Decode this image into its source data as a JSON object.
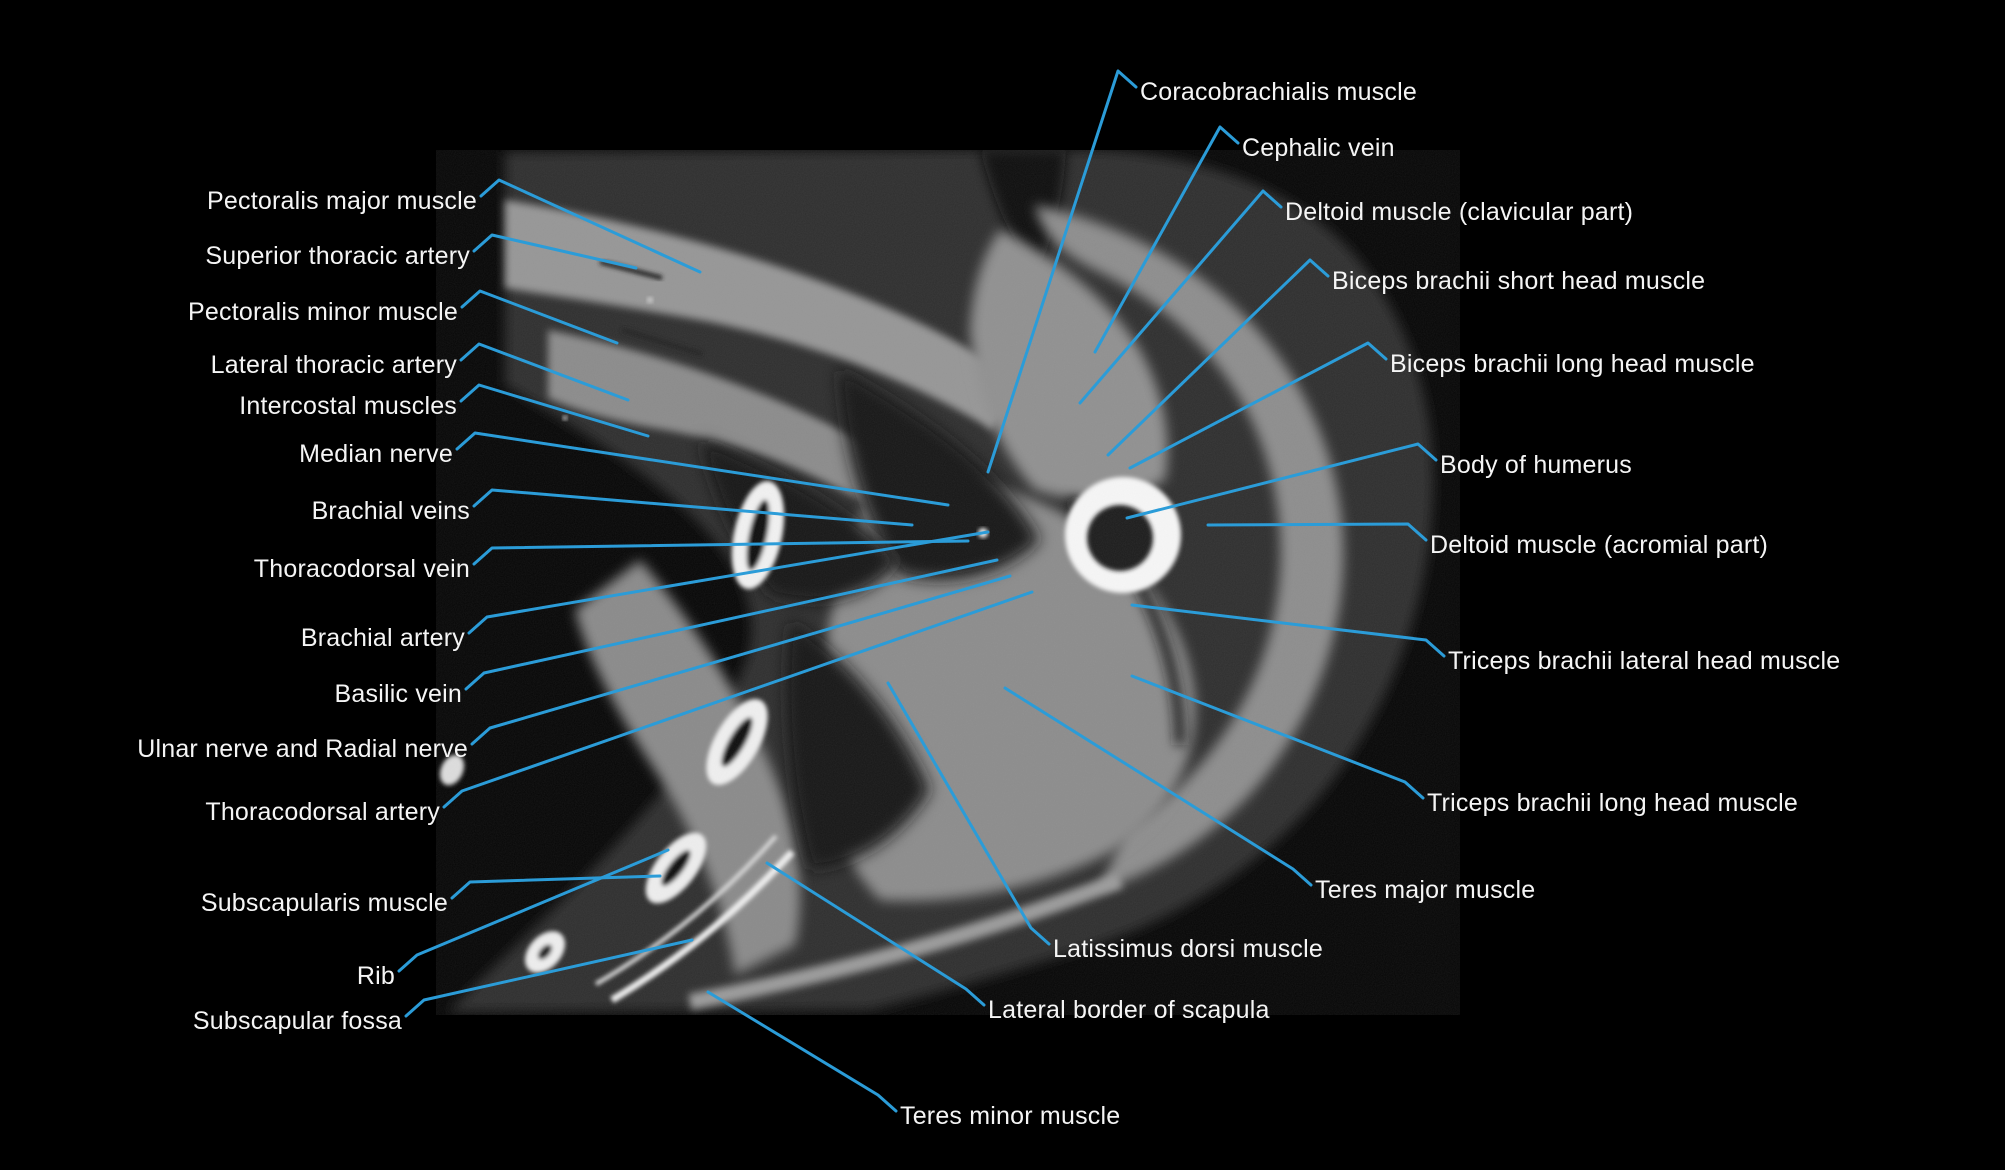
{
  "colors": {
    "background": "#000000",
    "leader_line": "#2b9cd8",
    "label_text": "#f5f5f5"
  },
  "labels": {
    "left": [
      {
        "text": "Pectoralis major muscle"
      },
      {
        "text": "Superior thoracic artery"
      },
      {
        "text": "Pectoralis minor muscle"
      },
      {
        "text": "Lateral thoracic artery"
      },
      {
        "text": "Intercostal muscles"
      },
      {
        "text": "Median nerve"
      },
      {
        "text": "Brachial veins"
      },
      {
        "text": "Thoracodorsal vein"
      },
      {
        "text": "Brachial artery"
      },
      {
        "text": "Basilic vein"
      },
      {
        "text": "Ulnar nerve and Radial nerve"
      },
      {
        "text": "Thoracodorsal artery"
      },
      {
        "text": "Subscapularis muscle"
      },
      {
        "text": "Rib"
      },
      {
        "text": "Subscapular fossa"
      }
    ],
    "right": [
      {
        "text": "Coracobrachialis muscle"
      },
      {
        "text": "Cephalic vein"
      },
      {
        "text": "Deltoid muscle (clavicular part)"
      },
      {
        "text": "Biceps brachii short head muscle"
      },
      {
        "text": "Biceps brachii long head muscle"
      },
      {
        "text": "Body of humerus"
      },
      {
        "text": "Deltoid muscle (acromial part)"
      },
      {
        "text": "Triceps brachii lateral head muscle"
      },
      {
        "text": "Triceps brachii long head muscle"
      },
      {
        "text": "Teres major muscle"
      },
      {
        "text": "Latissimus dorsi muscle"
      },
      {
        "text": "Lateral border of scapula"
      },
      {
        "text": "Teres minor muscle"
      }
    ]
  }
}
